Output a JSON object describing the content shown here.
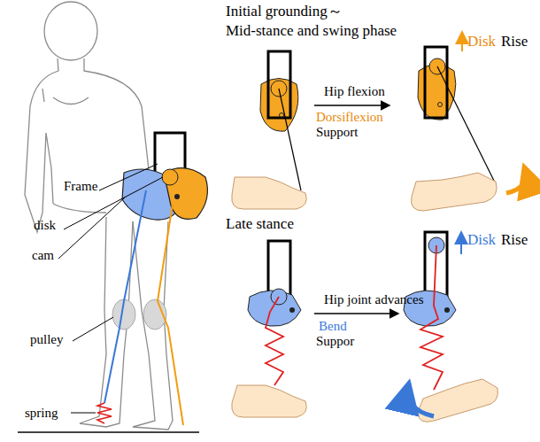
{
  "diagram": {
    "labels": [
      "Frame",
      "disk",
      "cam",
      "pulley",
      "spring",
      "Initial grounding～",
      "Mid-stance and swing phase",
      "Hip flexion",
      "Dorsiflexion",
      "Support",
      "Disk",
      "Rise",
      "Late stance",
      "Hip joint advances",
      "Bend",
      "Suppor",
      "Disk",
      "Rise"
    ]
  }
}
